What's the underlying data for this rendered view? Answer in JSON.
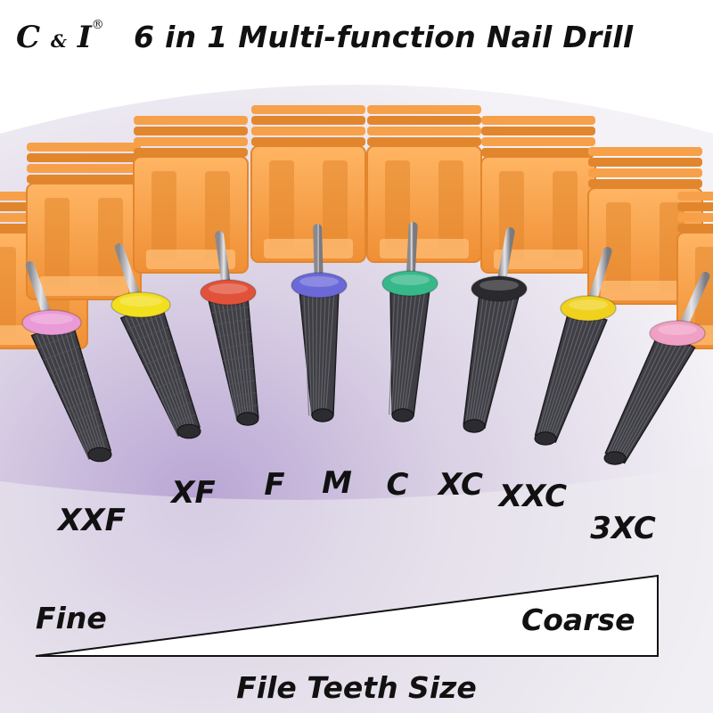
{
  "brand": {
    "name_c": "C",
    "name_amp": "&",
    "name_i": "I",
    "registered": "®"
  },
  "headline": "6 in 1 Multi-function Nail Drill",
  "grades": [
    {
      "label": "XXF",
      "collar": "#ea9ad6",
      "groove": "crosscut"
    },
    {
      "label": "XF",
      "collar": "#f2df1e",
      "groove": "crosscut"
    },
    {
      "label": "F",
      "collar": "#e2523a",
      "groove": "crosscut"
    },
    {
      "label": "M",
      "collar": "#6b68d8",
      "groove": "spiral"
    },
    {
      "label": "C",
      "collar": "#37b88a",
      "groove": "spiral"
    },
    {
      "label": "XC",
      "collar": "#2a2a2e",
      "groove": "straight"
    },
    {
      "label": "XXC",
      "collar": "#f0d21e",
      "groove": "straight"
    },
    {
      "label": "3XC",
      "collar": "#f0a0c4",
      "groove": "straight"
    }
  ],
  "scale": {
    "fine_label": "Fine",
    "coarse_label": "Coarse"
  },
  "caption": "File Teeth Size",
  "colors": {
    "holder": "#f7a04a",
    "holder_dark": "#e2862e",
    "bit": "#3e3e44",
    "background_tint": "#c9bcd9"
  }
}
